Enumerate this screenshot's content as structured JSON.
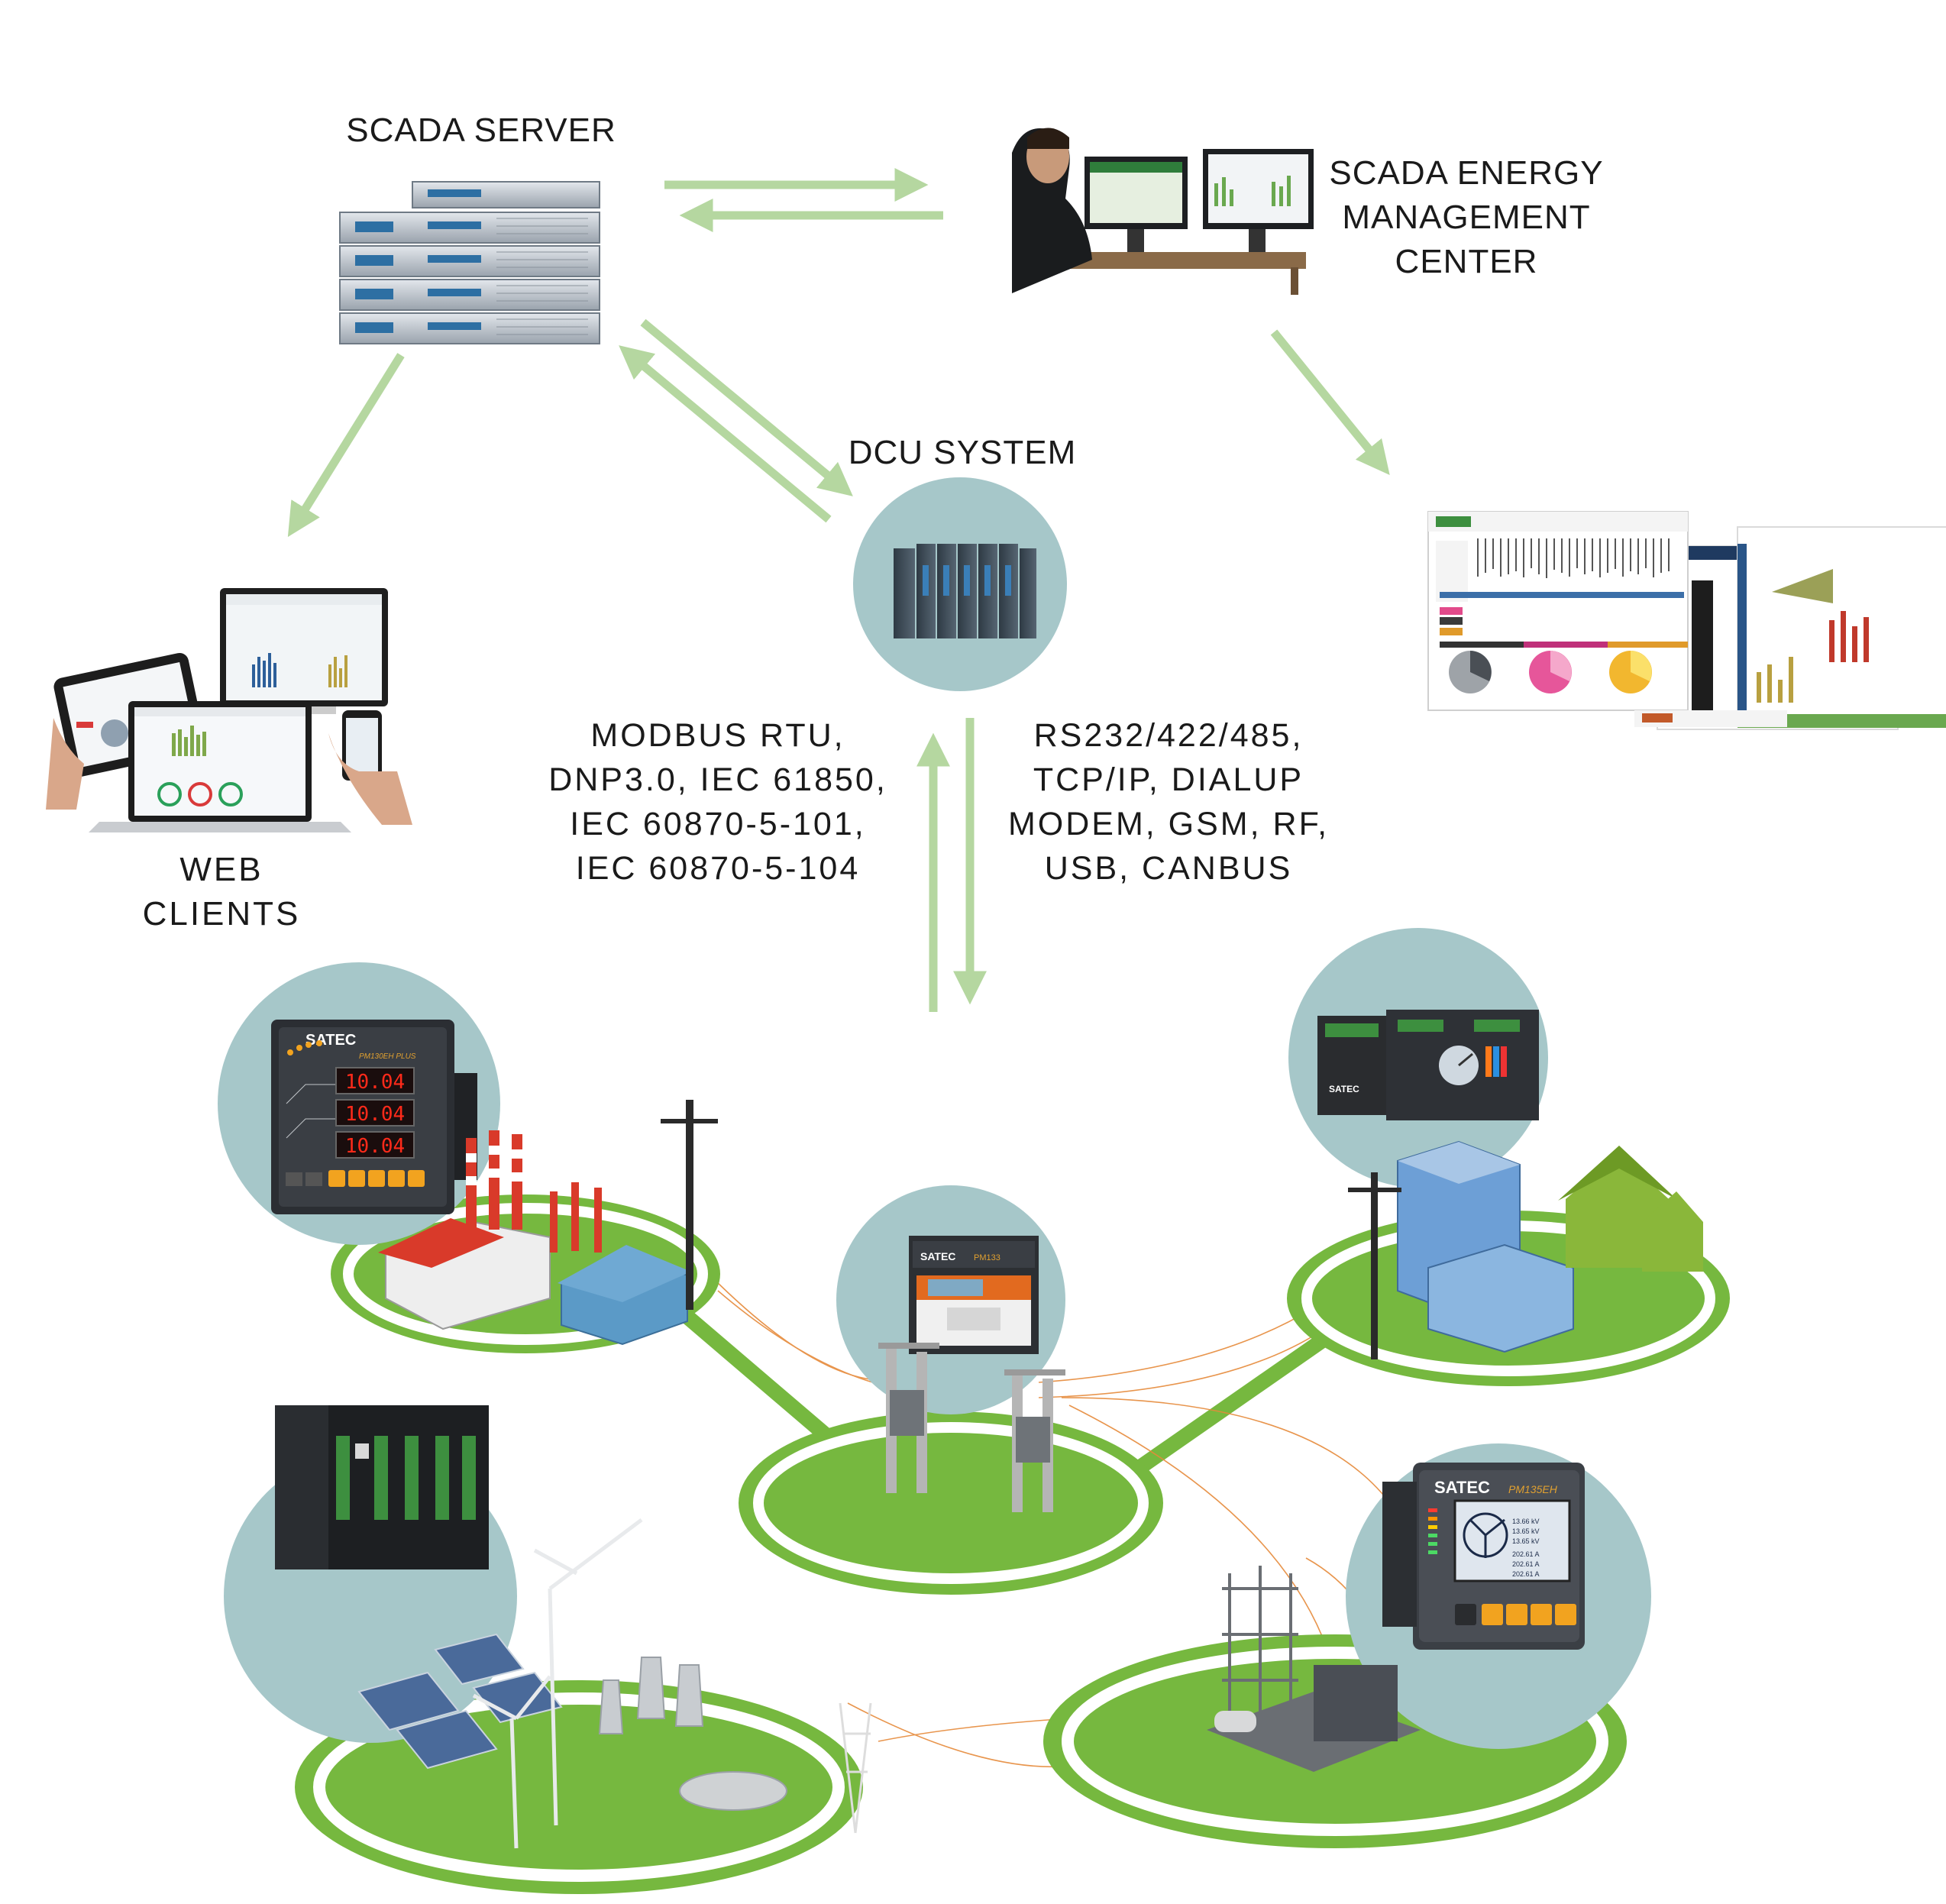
{
  "labels": {
    "scada_server": "SCADA SERVER",
    "scada_emc": [
      "SCADA ENERGY",
      "MANAGEMENT",
      "CENTER"
    ],
    "dcu_system": "DCU SYSTEM",
    "web_clients": [
      "WEB",
      "CLIENTS"
    ],
    "protocols_left": [
      "MODBUS RTU,",
      "DNP3.0, IEC 61850,",
      "IEC 60870-5-101,",
      "IEC 60870-5-104"
    ],
    "protocols_right": [
      "RS232/422/485,",
      "TCP/IP, DIALUP",
      "MODEM, GSM, RF,",
      "USB, CANBUS"
    ]
  },
  "device_screens": {
    "meter_display": [
      "10.04",
      "10.04",
      "10.04"
    ],
    "meter_values": [
      "13.66 kV",
      "13.65 kV",
      "13.65 kV",
      "202.61 A",
      "202.61 A",
      "202.61 A"
    ]
  },
  "brand_marks": [
    "SATEC",
    "SATEC",
    "SATEC",
    "SATEC",
    "PM135EH",
    "PM130EH PLUS",
    "PM133"
  ],
  "colors": {
    "arrow": "#b5d7a0",
    "ground_green": "#76b83f",
    "island_ring": "#ffffff",
    "circle_bg": "#a6c7c9",
    "text": "#1a1a1a"
  }
}
